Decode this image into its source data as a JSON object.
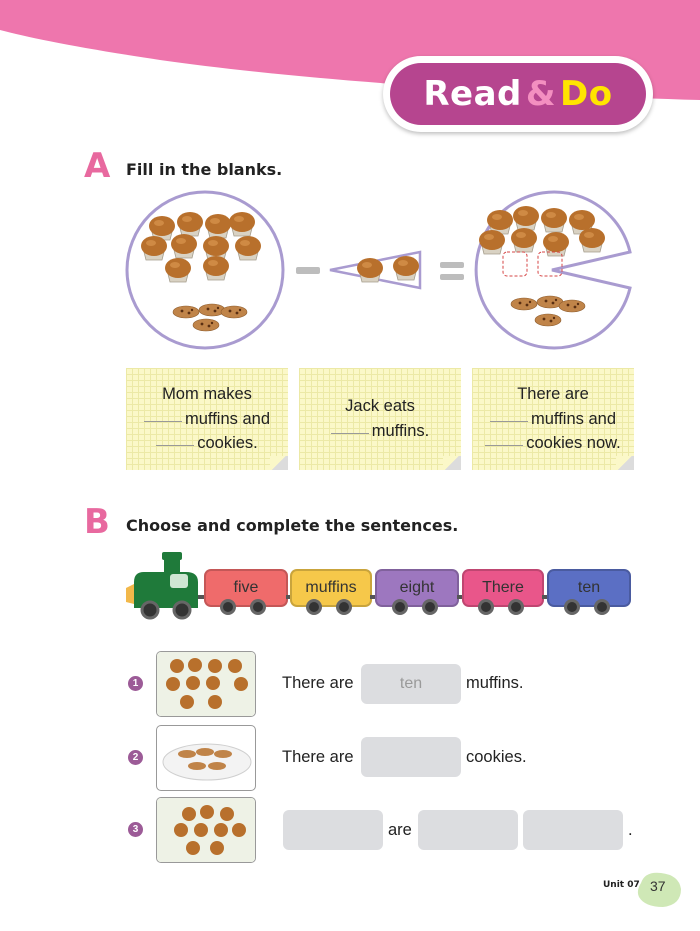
{
  "header": {
    "badge_word1": "Read",
    "badge_amp": "&",
    "badge_word2": "Do"
  },
  "sectionA": {
    "letter": "A",
    "title": "Fill in the blanks.",
    "cards": [
      {
        "line1": "Mom makes",
        "line2": "muffins and",
        "line3": "cookies."
      },
      {
        "line1": "Jack eats",
        "line2": "muffins."
      },
      {
        "line1": "There are",
        "line2": "muffins and",
        "line3": "cookies now."
      }
    ]
  },
  "sectionB": {
    "letter": "B",
    "title": "Choose and complete the sentences.",
    "train_words": [
      "five",
      "muffins",
      "eight",
      "There",
      "ten"
    ],
    "rows": [
      {
        "num": "1",
        "before": "There are",
        "answer": "ten",
        "after": "muffins."
      },
      {
        "num": "2",
        "before": "There are",
        "answer": "",
        "after": "cookies."
      },
      {
        "num": "3",
        "middle": "are",
        "end": "."
      }
    ]
  },
  "footer": {
    "unit": "Unit 07",
    "page": "37"
  },
  "colors": {
    "pink_header": "#ee76ad",
    "badge": "#b6458f",
    "section_letter": "#e8699f",
    "car_colors": [
      "#ef6b6b",
      "#f6c84a",
      "#9d77bf",
      "#e9568a",
      "#5b6fc4"
    ],
    "engine": "#1f7a3a"
  },
  "icons": [
    "muffin-icon",
    "cookie-icon",
    "minus-icon",
    "equals-icon",
    "train-engine-icon"
  ]
}
